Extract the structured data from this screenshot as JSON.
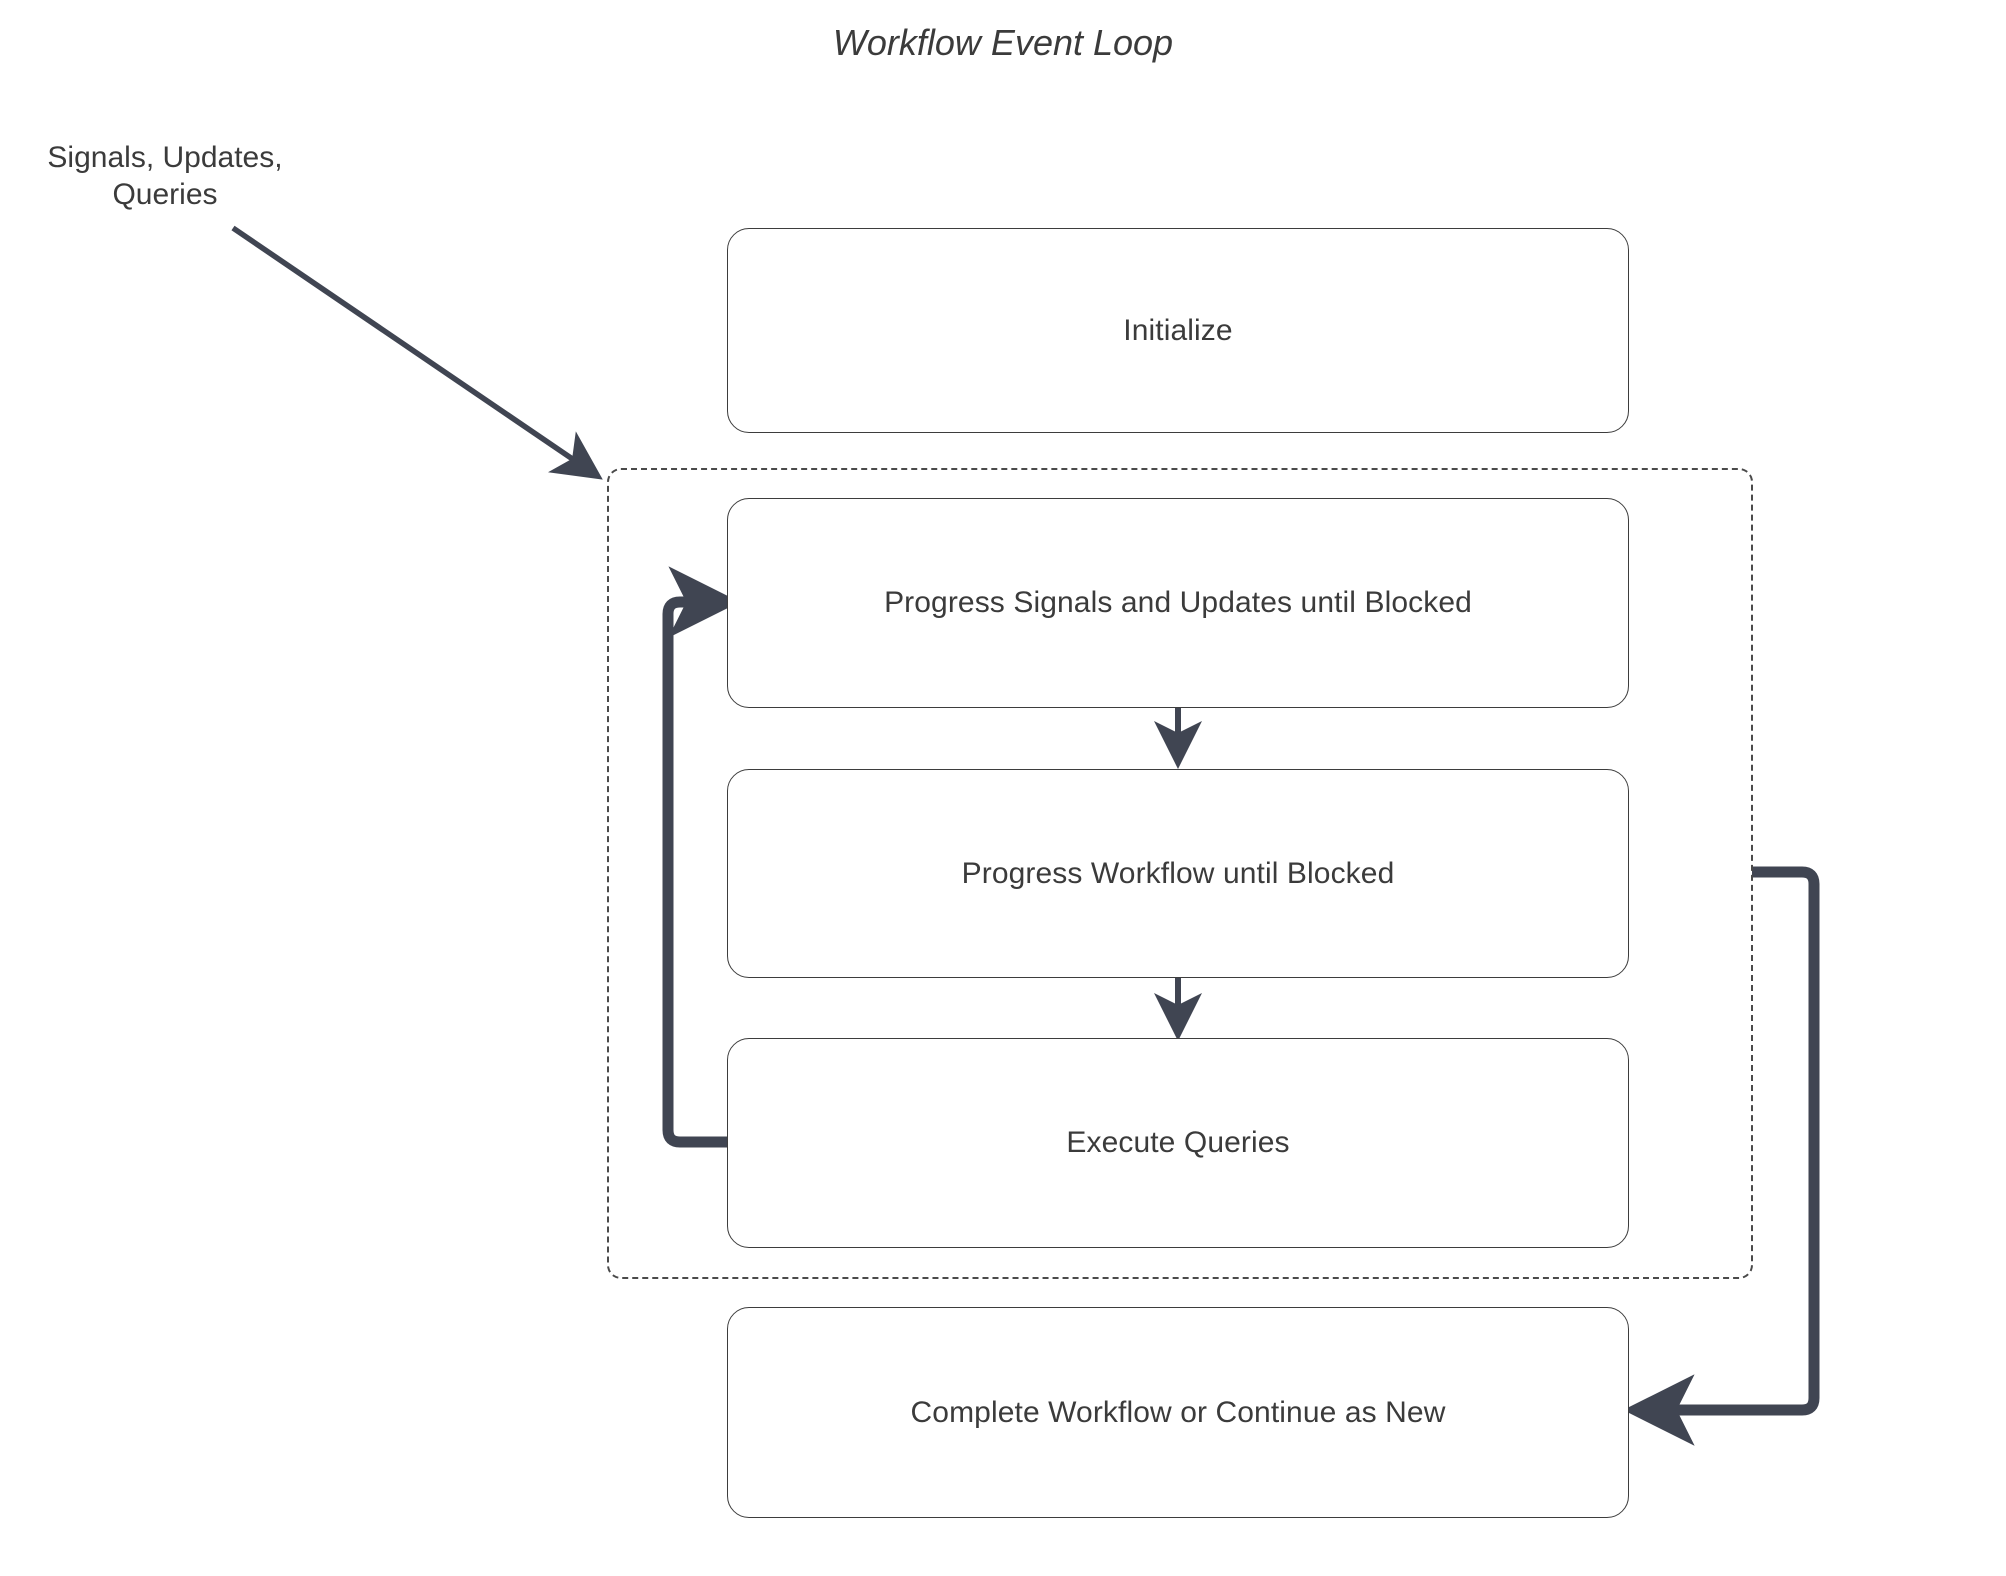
{
  "diagram": {
    "title": "Workflow Event Loop",
    "type": "flowchart",
    "colors": {
      "node_border": "#3d3d3d",
      "node_fill": "#ffffff",
      "text": "#3b3b3b",
      "edge": "#404552",
      "cluster_border": "#4a4a4a",
      "background": "#ffffff"
    },
    "external_label": "Signals, Updates, Queries",
    "external_label_lines": [
      "Signals, Updates,",
      "Queries"
    ],
    "cluster": {
      "name": "event-loop-cluster",
      "label": "",
      "style": "dashed"
    },
    "nodes": [
      {
        "id": "initialize",
        "label": "Initialize"
      },
      {
        "id": "progress-signals",
        "label": "Progress Signals and Updates until Blocked"
      },
      {
        "id": "progress-workflow",
        "label": "Progress Workflow until Blocked"
      },
      {
        "id": "execute-queries",
        "label": "Execute Queries"
      },
      {
        "id": "complete-workflow",
        "label": "Complete Workflow or Continue as New"
      }
    ],
    "edges": [
      {
        "from": "signals-updates-queries",
        "to": "event-loop-cluster",
        "label": "",
        "style": "solid-arrow"
      },
      {
        "from": "progress-signals",
        "to": "progress-workflow",
        "label": "",
        "style": "solid-arrow"
      },
      {
        "from": "progress-workflow",
        "to": "execute-queries",
        "label": "",
        "style": "solid-arrow"
      },
      {
        "from": "execute-queries",
        "to": "progress-signals",
        "label": "",
        "style": "loop-back-arrow"
      },
      {
        "from": "event-loop-cluster",
        "to": "complete-workflow",
        "label": "",
        "style": "solid-arrow"
      }
    ]
  }
}
